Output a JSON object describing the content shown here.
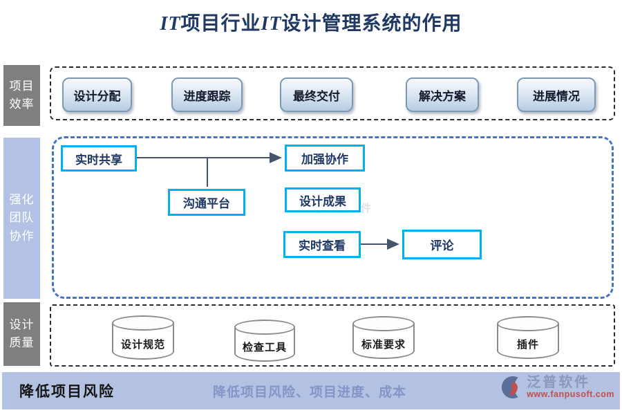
{
  "title": {
    "it1": "IT",
    "mid": "项目行业",
    "it2": "IT",
    "rest": "设计管理系统的作用"
  },
  "sidebar": {
    "items": [
      {
        "id": "project-efficiency",
        "lines": [
          "项目",
          "效率"
        ]
      },
      {
        "id": "team-collaboration",
        "lines": [
          "强化",
          "团队",
          "协作"
        ]
      },
      {
        "id": "design-quality",
        "lines": [
          "设计",
          "质量"
        ]
      }
    ]
  },
  "top_row": {
    "buttons": [
      "设计分配",
      "进度跟踪",
      "最终交付",
      "解决方案",
      "进展情况"
    ]
  },
  "middle": {
    "boxes": [
      "实时共享",
      "加强协作",
      "沟通平台",
      "设计成果",
      "实时查看",
      "评论"
    ]
  },
  "bottom_row": {
    "cylinders": [
      "设计规范",
      "检查工具",
      "标准要求",
      "插件"
    ]
  },
  "footer": {
    "left_label": "降低项目风险",
    "center_text": "降低项目风险、项目进度、成本",
    "brand": "泛普软件",
    "site": "www.fanpusoft.com"
  },
  "watermark": {
    "text": "泛普软件"
  },
  "colors": {
    "title_navy": "#1F3864",
    "flow_box_border": "#00B0F0",
    "middle_container_border": "#4472C4",
    "sidebar_gray": "#7F7F7F",
    "sidebar_blue": "#B3C2E4",
    "footer_bar": "#B3C1E2",
    "arrow": "#44546A",
    "brand_red": "#C0504D"
  }
}
